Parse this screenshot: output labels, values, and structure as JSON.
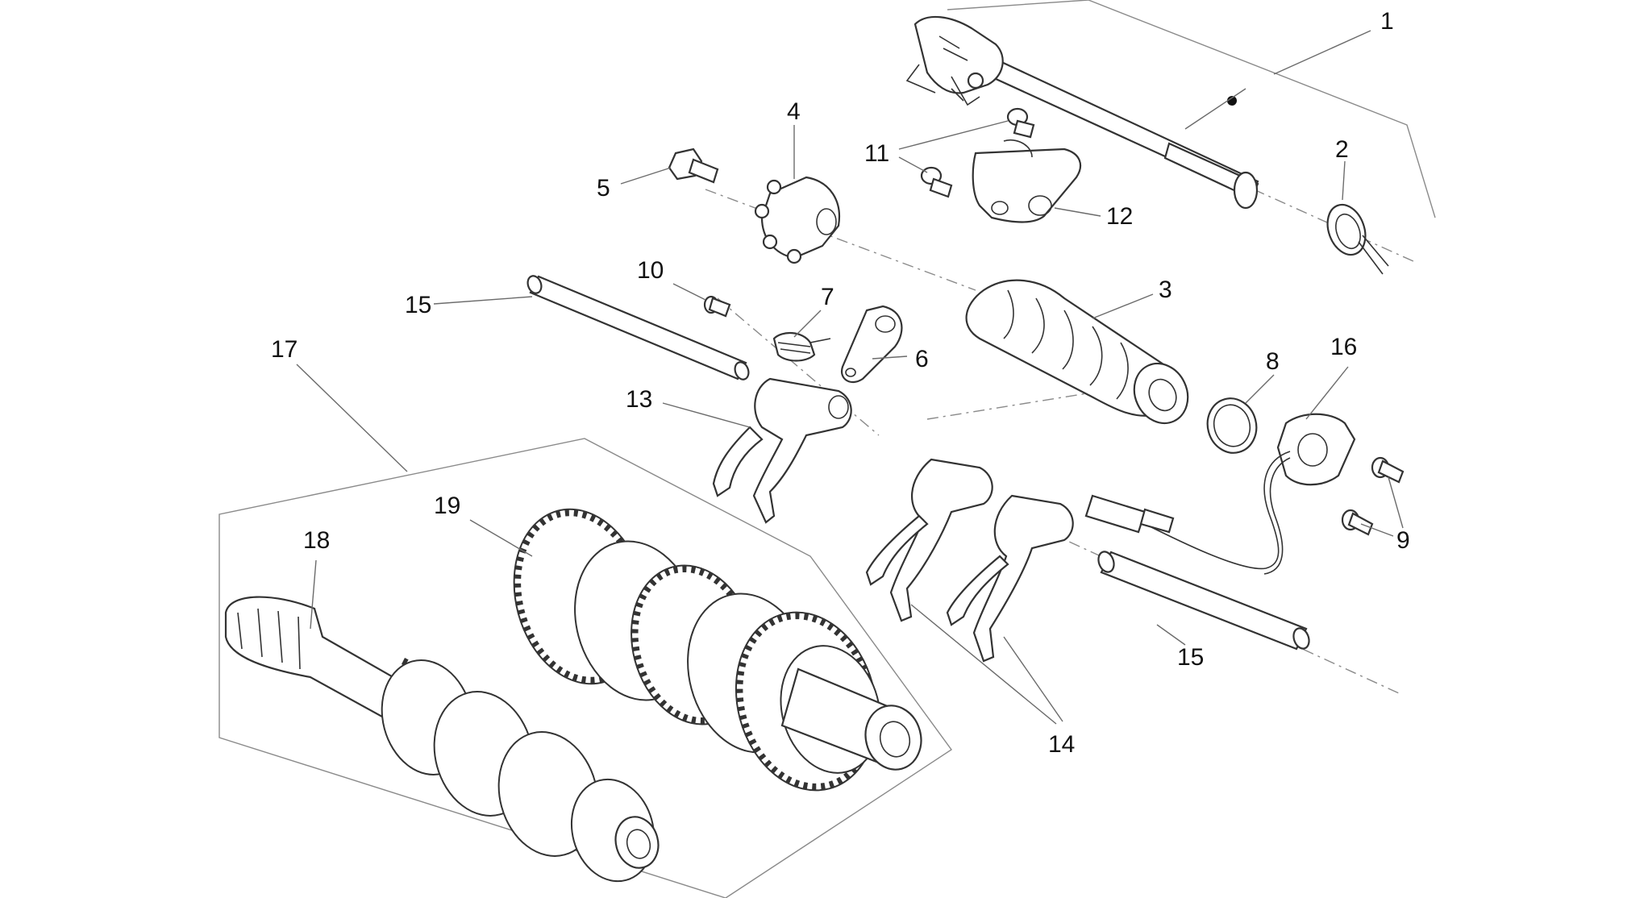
{
  "labels": {
    "l1": "1",
    "l2": "2",
    "l3": "3",
    "l4": "4",
    "l5": "5",
    "l6": "6",
    "l7": "7",
    "l8": "8",
    "l9": "9",
    "l10": "10",
    "l11": "11",
    "l12": "12",
    "l13": "13",
    "l14": "14",
    "l15a": "15",
    "l15b": "15",
    "l16": "16",
    "l17": "17",
    "l18": "18",
    "l19": "19"
  }
}
